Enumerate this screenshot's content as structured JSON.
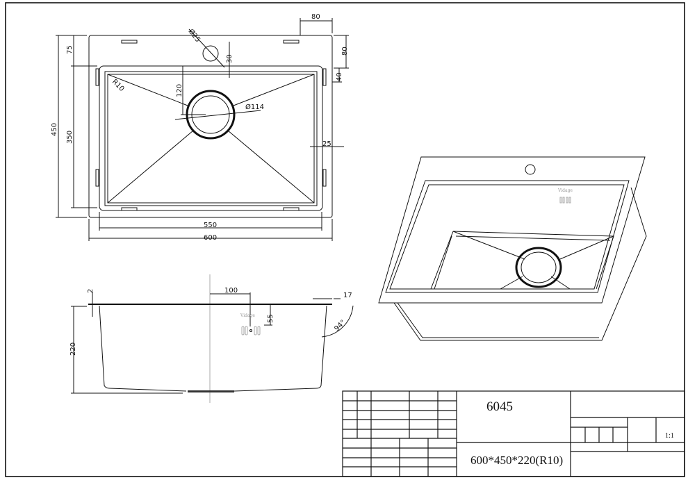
{
  "top_view": {
    "dims": {
      "overall_width": "600",
      "bowl_width": "550",
      "overall_depth": "450",
      "bowl_depth": "350",
      "front_margin": "75",
      "tap_hole_dia": "Ø25",
      "tap_hole_offset": "30",
      "right_margin_top": "80",
      "right_offset": "80",
      "flange_40": "40",
      "drain_offset": "120",
      "corner_radius": "R10",
      "drain_dia": "Ø114",
      "side_margin": "25"
    }
  },
  "side_view": {
    "dims": {
      "flange_thickness": "2",
      "height": "220",
      "overflow_offset": "100",
      "overflow_depth": "55",
      "flange_17": "17",
      "wall_angle": "94°"
    },
    "brand_mark": "Vidage"
  },
  "perspective_view": {
    "brand_mark": "Vidage"
  },
  "title_block": {
    "model": "6045",
    "size": "600*450*220(R10)",
    "scale": "1:1"
  }
}
